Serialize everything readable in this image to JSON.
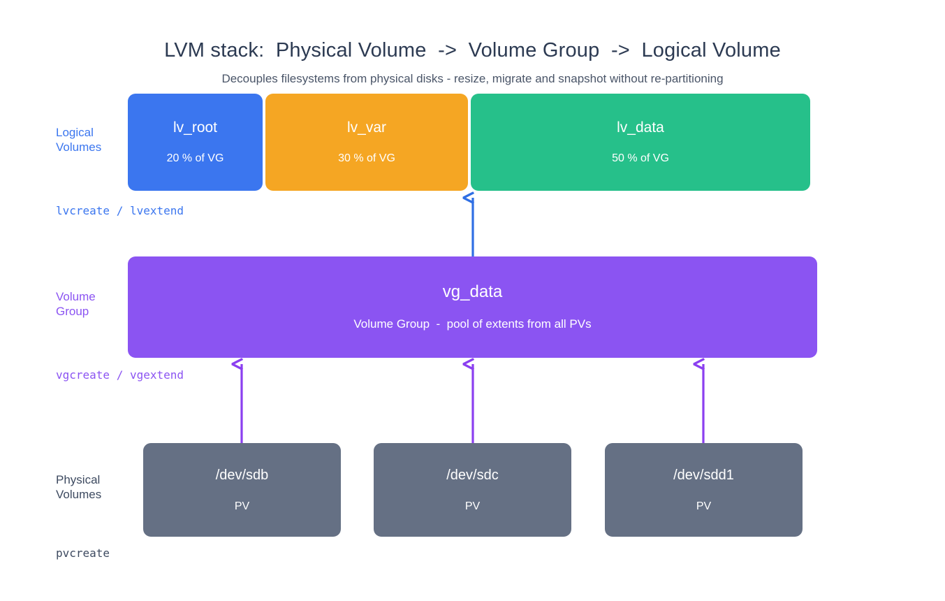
{
  "header": {
    "title": "LVM stack:  Physical Volume  ->  Volume Group  ->  Logical Volume",
    "subtitle": "Decouples filesystems from physical disks - resize, migrate and snapshot without re-partitioning"
  },
  "colors": {
    "lv_root": "#3b76ef",
    "lv_var": "#f5a623",
    "lv_data": "#26c08a",
    "volume_group": "#8b54f2",
    "physical_volume": "#657084",
    "arrow_lv": "#2f6fe4",
    "arrow_pv": "#8b3ff0",
    "title_text": "#2c3a52",
    "subtitle_text": "#4a5568",
    "background": "#ffffff"
  },
  "rows": {
    "logical": {
      "label": "Logical\nVolumes",
      "command": "lvcreate / lvextend",
      "items": [
        {
          "name": "lv_root",
          "detail": "20 % of VG",
          "percent_of_vg": 20
        },
        {
          "name": "lv_var",
          "detail": "30 % of VG",
          "percent_of_vg": 30
        },
        {
          "name": "lv_data",
          "detail": "50 % of VG",
          "percent_of_vg": 50
        }
      ]
    },
    "volume_group": {
      "label": "Volume\nGroup",
      "command": "vgcreate / vgextend",
      "items": [
        {
          "name": "vg_data",
          "detail": "Volume Group  -  pool of extents from all PVs"
        }
      ]
    },
    "physical": {
      "label": "Physical\nVolumes",
      "command": "pvcreate",
      "items": [
        {
          "name": "/dev/sdb",
          "detail": "PV"
        },
        {
          "name": "/dev/sdc",
          "detail": "PV"
        },
        {
          "name": "/dev/sdd1",
          "detail": "PV"
        }
      ]
    }
  }
}
